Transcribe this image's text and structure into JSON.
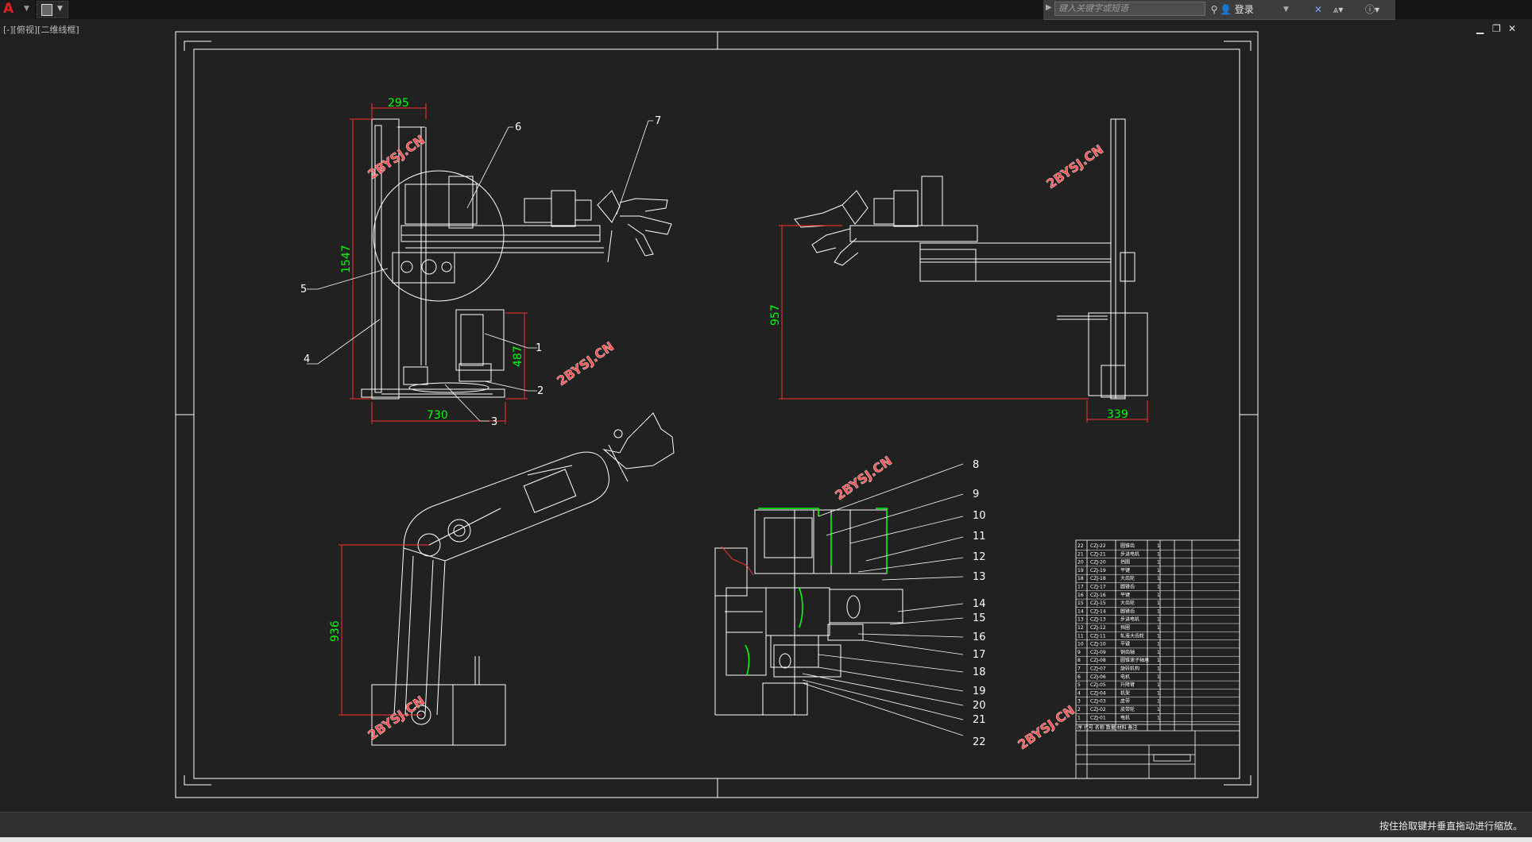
{
  "toolbar": {
    "search_placeholder": "键入关键字或短语",
    "login_label": "登录"
  },
  "viewport": {
    "view_label": "[-][俯视][二维线框]"
  },
  "status": {
    "message": "按住拾取键并垂直拖动进行缩放。"
  },
  "drawing": {
    "watermark": "2BYSJ.CN",
    "dimensions": [
      "295",
      "1547",
      "487",
      "730",
      "957",
      "339",
      "936"
    ],
    "balloons": [
      "1",
      "2",
      "3",
      "4",
      "5",
      "6",
      "7",
      "8",
      "9",
      "10",
      "11",
      "12",
      "13",
      "14",
      "15",
      "16",
      "17",
      "18",
      "19",
      "20",
      "21",
      "22"
    ],
    "bom_rows": [
      {
        "no": "22",
        "code": "CZJ-22",
        "name": "圆锥齿",
        "qty": "1"
      },
      {
        "no": "21",
        "code": "CZJ-21",
        "name": "步进电机",
        "qty": "1"
      },
      {
        "no": "20",
        "code": "CZJ-20",
        "name": "挡圈",
        "qty": "1"
      },
      {
        "no": "19",
        "code": "CZJ-19",
        "name": "平键",
        "qty": "1"
      },
      {
        "no": "18",
        "code": "CZJ-18",
        "name": "大齿轮",
        "qty": "1"
      },
      {
        "no": "17",
        "code": "CZJ-17",
        "name": "圆锥齿",
        "qty": "1"
      },
      {
        "no": "16",
        "code": "CZJ-16",
        "name": "平键",
        "qty": "1"
      },
      {
        "no": "15",
        "code": "CZJ-15",
        "name": "大齿轮",
        "qty": "1"
      },
      {
        "no": "14",
        "code": "CZJ-14",
        "name": "圆锥齿",
        "qty": "1"
      },
      {
        "no": "13",
        "code": "CZJ-13",
        "name": "步进电机",
        "qty": "1"
      },
      {
        "no": "12",
        "code": "CZJ-12",
        "name": "挡圈",
        "qty": "1"
      },
      {
        "no": "11",
        "code": "CZJ-11",
        "name": "轧液大齿轮",
        "qty": "1"
      },
      {
        "no": "10",
        "code": "CZJ-10",
        "name": "平键",
        "qty": "1"
      },
      {
        "no": "9",
        "code": "CZJ-09",
        "name": "铜齿轴",
        "qty": "1"
      },
      {
        "no": "8",
        "code": "CZJ-08",
        "name": "圆锥滚子轴承",
        "qty": "1"
      },
      {
        "no": "7",
        "code": "CZJ-07",
        "name": "旋转机构",
        "qty": "1"
      },
      {
        "no": "6",
        "code": "CZJ-06",
        "name": "电机",
        "qty": "1"
      },
      {
        "no": "5",
        "code": "CZJ-05",
        "name": "升降臂",
        "qty": "1"
      },
      {
        "no": "4",
        "code": "CZJ-04",
        "name": "机架",
        "qty": "1"
      },
      {
        "no": "3",
        "code": "CZJ-03",
        "name": "皮带",
        "qty": "1"
      },
      {
        "no": "2",
        "code": "CZJ-02",
        "name": "皮带轮",
        "qty": "1"
      },
      {
        "no": "1",
        "code": "CZJ-01",
        "name": "电机",
        "qty": "1"
      }
    ],
    "bom_header": [
      "序",
      "代号",
      "名称",
      "数量",
      "材料",
      "备注"
    ]
  }
}
